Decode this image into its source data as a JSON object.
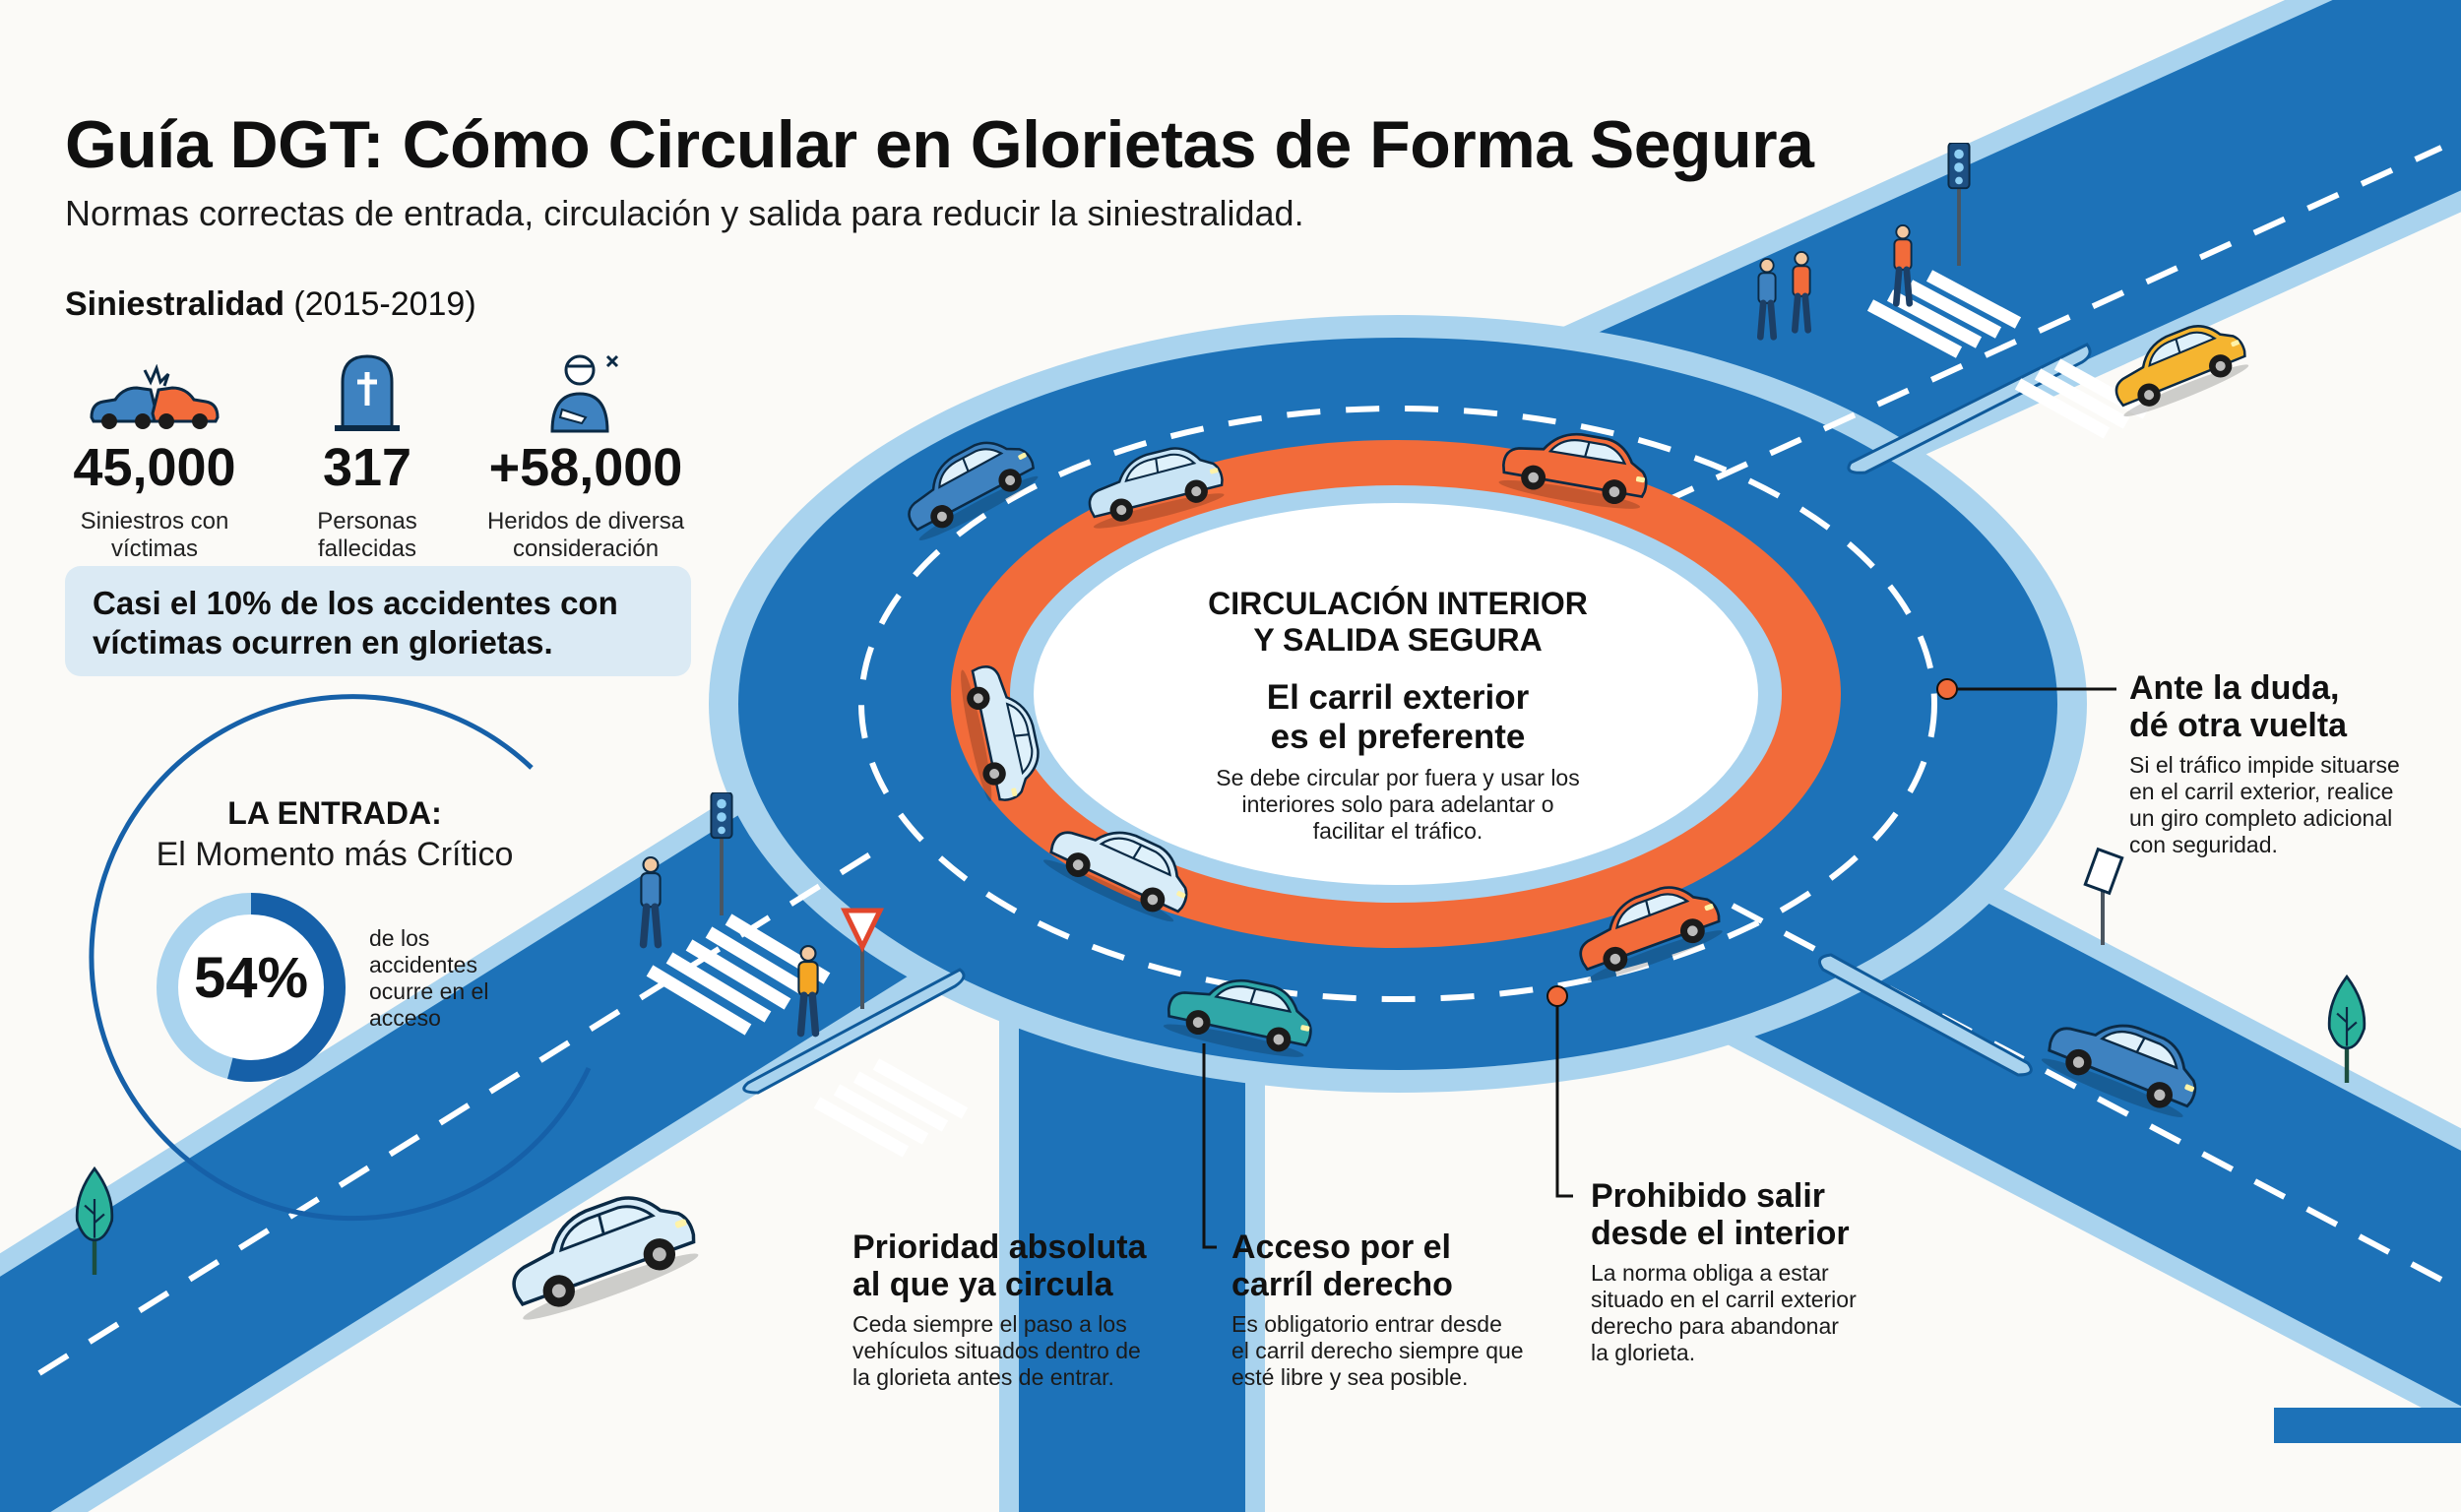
{
  "header": {
    "title": "Guía DGT: Cómo Circular en Glorietas de Forma Segura",
    "subtitle": "Normas correctas de entrada, circulación y salida para reducir la siniestralidad."
  },
  "stats": {
    "heading": "Siniestralidad",
    "period": "(2015-2019)",
    "items": [
      {
        "icon": "car-crash-icon",
        "value": "45,000",
        "label_1": "Siniestros con",
        "label_2": "víctimas"
      },
      {
        "icon": "gravestone-icon",
        "value": "317",
        "label_1": "Personas",
        "label_2": "fallecidas"
      },
      {
        "icon": "injured-person-icon",
        "value": "+58,000",
        "label_1": "Heridos de diversa",
        "label_2": "consideración"
      }
    ],
    "callout_1": "Casi el 10% de los accidentes con",
    "callout_2": "víctimas ocurren en glorietas."
  },
  "entry": {
    "title": "LA ENTRADA:",
    "subtitle": "El Momento más Crítico",
    "percent_label": "54%",
    "percent_value": 54,
    "text_1": "de los",
    "text_2": "accidentes",
    "text_3": "ocurre en el",
    "text_4": "acceso"
  },
  "center": {
    "heading_1": "CIRCULACIÓN INTERIOR",
    "heading_2": "Y SALIDA SEGURA",
    "rule_1": "El carril exterior",
    "rule_2": "es el preferente",
    "text_1": "Se debe circular por fuera y usar los",
    "text_2": "interiores solo para adelantar o",
    "text_3": "facilitar el tráfico."
  },
  "notes": {
    "doubt": {
      "h1": "Ante la duda,",
      "h2": "dé otra vuelta",
      "p1": "Si el tráfico impide situarse",
      "p2": "en el carril exterior, realice",
      "p3": "un giro completo adicional",
      "p4": "con seguridad."
    },
    "priority": {
      "h1": "Prioridad absoluta",
      "h2": "al que ya circula",
      "p1": "Ceda siempre el paso a los",
      "p2": "vehículos situados dentro de",
      "p3": "la glorieta antes de entrar."
    },
    "access": {
      "h1": "Acceso por el",
      "h2": "carríl derecho",
      "p1": "Es obligatorio entrar desde",
      "p2": "el carril derecho siempre que",
      "p3": "esté libre y sea posible."
    },
    "exit": {
      "h1": "Prohibido salir",
      "h2": "desde el interior",
      "p1": "La norma obliga a estar",
      "p2": "situado en el carril exterior",
      "p3": "derecho para abandonar",
      "p4": "la glorieta."
    }
  },
  "colors": {
    "road": "#1d72b8",
    "road_dark": "#0f5a9a",
    "road_edge": "#a9d3ee",
    "orange_lane": "#f26b3a",
    "ink": "#111111",
    "callout_bg": "#dbeaf4",
    "donut_fill": "#1660a8",
    "donut_track": "#a9d3ee"
  }
}
